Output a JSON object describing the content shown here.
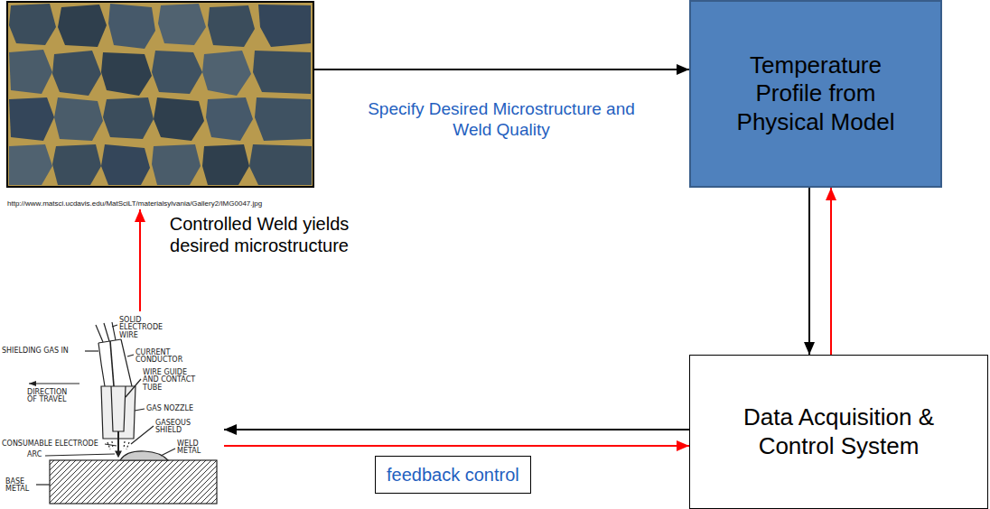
{
  "diagram": {
    "nodes": [
      {
        "text": [
          "http://www.matsci.ucdavis.edu/MatSciLT/materialsylvania/Gallery2/IMG0047.jpg"
        ]
      },
      {
        "text": [
          "Temperature Profile from Physical Model"
        ]
      },
      {
        "text": [
          "SOLID ELECTRODE WIRE",
          "SHIELDING GAS IN",
          "CURRENT CONDUCTOR",
          "DIRECTION OF TRAVEL",
          "WIRE GUIDE AND CONTACT TUBE",
          "GAS NOZZLE",
          "CONSUMABLE ELECTRODE",
          "GASEOUS SHIELD",
          "ARC",
          "WELD METAL",
          "BASE METAL"
        ]
      },
      {
        "text": [
          "Data Acquisition & Control System"
        ]
      }
    ],
    "edges": [
      {
        "from": 0,
        "to": 1,
        "arrow": "to",
        "label": "Specify Desired Microstructure and Weld Quality"
      },
      {
        "from": 1,
        "to": 3,
        "arrow": "to"
      },
      {
        "from": 3,
        "to": 1,
        "arrow": "to"
      },
      {
        "from": 3,
        "to": 2,
        "arrow": "to"
      },
      {
        "from": 2,
        "to": 3,
        "arrow": "to",
        "label": "feedback control"
      },
      {
        "from": 2,
        "to": 0,
        "arrow": "to",
        "label": "Controlled Weld yields desired microstructure"
      }
    ]
  }
}
